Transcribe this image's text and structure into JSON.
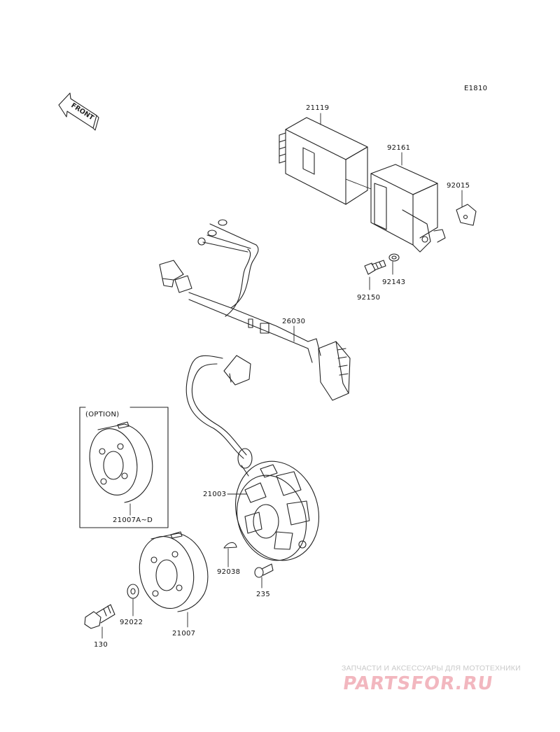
{
  "diagram": {
    "code": "E1810",
    "front_label": "FRONT",
    "option_box_title": "(OPTION)",
    "parts": {
      "p21119": "21119",
      "p92161": "92161",
      "p92015": "92015",
      "p92143": "92143",
      "p92150": "92150",
      "p26030": "26030",
      "p21003": "21003",
      "p92038": "92038",
      "p235": "235",
      "p21007ad": "21007A~D",
      "p21007": "21007",
      "p92022": "92022",
      "p130": "130"
    }
  },
  "watermark": {
    "tagline": "ЗАПЧАСТИ И АКСЕССУАРЫ ДЛЯ МОТОТЕХНИКИ",
    "logo_a": "PARTS",
    "logo_b": "FOR",
    "logo_c": ".RU"
  },
  "colors": {
    "line": "#222222",
    "watermark_logo": "#f2b7bf",
    "watermark_text": "#c9c9c9"
  }
}
